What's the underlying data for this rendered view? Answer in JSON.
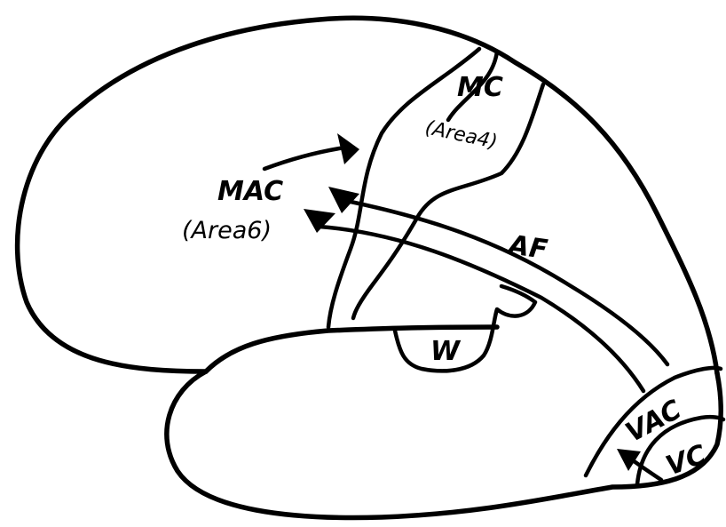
{
  "labels": {
    "mac": "MAC",
    "area6": "(Area6)",
    "mc": "MC",
    "area4": "(Area4)",
    "af": "AF",
    "w": "W",
    "vac": "VAC",
    "vc": "VC"
  },
  "colors": {
    "ink": "#000000",
    "paper": "#ffffff"
  }
}
